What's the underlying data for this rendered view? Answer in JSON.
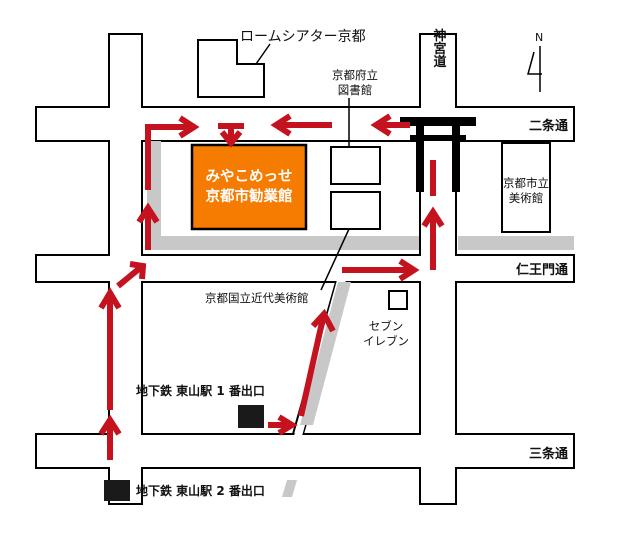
{
  "colors": {
    "road_outline": "#000000",
    "road_fill": "#ffffff",
    "route_arrow": "#c4121f",
    "venue_fill": "#f57c00",
    "gray_band": "#c8c8c8",
    "torii": "#000000",
    "subway_exit": "#1a1a1a"
  },
  "icons": {
    "north": "north-arrow-icon",
    "torii": "torii-gate-icon",
    "exit": "subway-exit-icon"
  },
  "streets": {
    "nijo": "二条通",
    "niomon": "仁王門通",
    "sanjo": "三条通",
    "jingu_michi": "神宮道"
  },
  "buildings": {
    "miyako_messe_line1": "みやこめっせ",
    "miyako_messe_line2": "京都市勧業館",
    "rohm_theatre": "ロームシアター京都",
    "prefectural_library_line1": "京都府立",
    "prefectural_library_line2": "図書館",
    "city_museum_line1": "京都市立",
    "city_museum_line2": "美術館",
    "national_museum": "京都国立近代美術館",
    "seven_eleven_line1": "セブン",
    "seven_eleven_line2": "イレブン"
  },
  "subway": {
    "exit1": "地下鉄 東山駅 1 番出口",
    "exit2": "地下鉄 東山駅 2 番出口"
  },
  "compass": {
    "north": "N"
  }
}
